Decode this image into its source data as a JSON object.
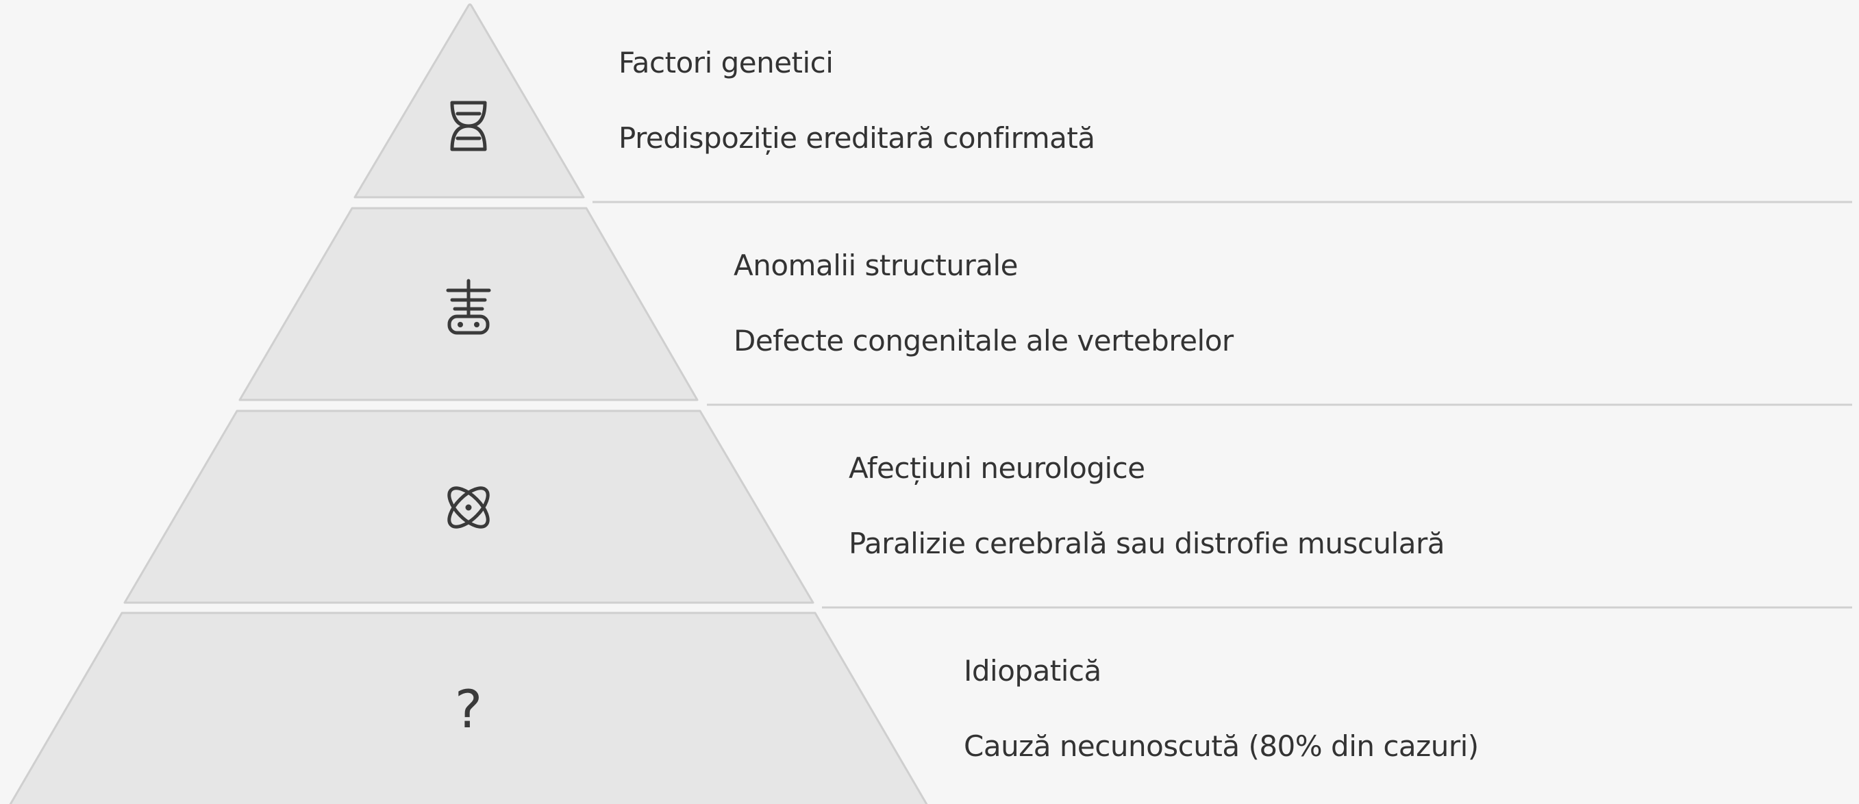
{
  "tiers": [
    {
      "icon": "dna-icon",
      "title": "Factori genetici",
      "description": "Predispoziție ereditară confirmată"
    },
    {
      "icon": "spine-icon",
      "title": "Anomalii structurale",
      "description": "Defecte congenitale ale vertebrelor"
    },
    {
      "icon": "atom-icon",
      "title": "Afecțiuni neurologice",
      "description": "Paralizie cerebrală sau distrofie musculară"
    },
    {
      "icon": "question-icon",
      "title": "Idiopatică",
      "description": "Cauză necunoscută (80% din cazuri)",
      "icon_glyph": "?"
    }
  ],
  "colors": {
    "background": "#f6f6f6",
    "tier_fill": "#e6e6e6",
    "tier_stroke": "#cfcfcf",
    "divider": "#d0d0d0",
    "text": "#333333",
    "icon": "#3a3a3a"
  }
}
